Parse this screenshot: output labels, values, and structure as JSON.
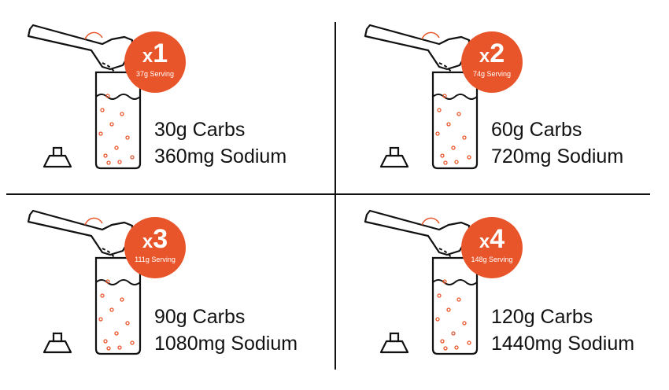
{
  "colors": {
    "accent": "#e9552a",
    "ink": "#111111"
  },
  "icons": [
    "scoop-icon",
    "bottle-icon",
    "bottle-cap-icon",
    "pour-arrow-icon"
  ],
  "panels": [
    {
      "multiplier": "1",
      "serving": "37g Serving",
      "carbs": "30g Carbs",
      "sodium": "360mg Sodium"
    },
    {
      "multiplier": "2",
      "serving": "74g Serving",
      "carbs": "60g Carbs",
      "sodium": "720mg Sodium"
    },
    {
      "multiplier": "3",
      "serving": "111g Serving",
      "carbs": "90g Carbs",
      "sodium": "1080mg Sodium"
    },
    {
      "multiplier": "4",
      "serving": "148g Serving",
      "carbs": "120g Carbs",
      "sodium": "1440mg Sodium"
    }
  ]
}
